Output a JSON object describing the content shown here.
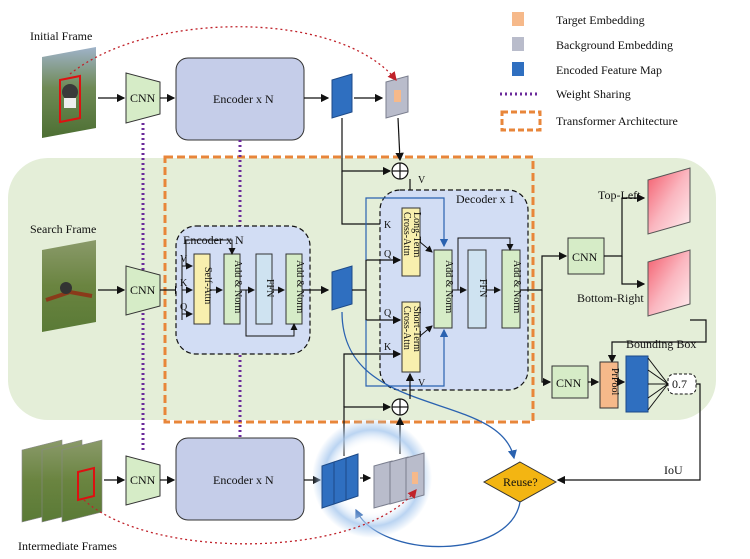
{
  "legend": {
    "target_embedding": "Target Embedding",
    "background_embedding": "Background Embedding",
    "encoded_feature_map": "Encoded Feature Map",
    "weight_sharing": "Weight Sharing",
    "transformer_architecture": "Transformer Architecture"
  },
  "labels": {
    "initial_frame": "Initial Frame",
    "search_frame": "Search Frame",
    "intermediate_frames": "Intermediate Frames",
    "cnn": "CNN",
    "encoder_top": "Encoder x N",
    "encoder_mid": "Encoder x N",
    "encoder_bottom": "Encoder x N",
    "decoder": "Decoder x 1",
    "self_attn": "Self-Attn",
    "add_norm": "Add & Norm",
    "ffn": "FFN",
    "long_term": "Long-Term",
    "short_term": "Short-Term",
    "cross_attn": "Cross-Attn",
    "top_left": "Top-Left",
    "bottom_right": "Bottom-Right",
    "bounding_box": "Bounding Box",
    "prpool": "PrPool",
    "score": "0.7",
    "reuse": "Reuse?",
    "iou": "IoU",
    "v": "V",
    "k": "K",
    "q": "Q",
    "plus": "+"
  },
  "colors": {
    "target_embedding": "#f6b98a",
    "background_embedding": "#b9bccb",
    "encoded_feature_map": "#2f6fc0",
    "weight_sharing": "#6a2a9a",
    "transformer_architecture": "#e8863a",
    "green_panel": "#e4eed8",
    "encoder_fill": "#c5cde9",
    "self_attn_fill": "#f8efae",
    "add_norm_fill": "#d6ecc7",
    "ffn_fill": "#cfe3f1",
    "decoder_fill": "#d2ddf4",
    "reuse_fill": "#f3b512"
  }
}
